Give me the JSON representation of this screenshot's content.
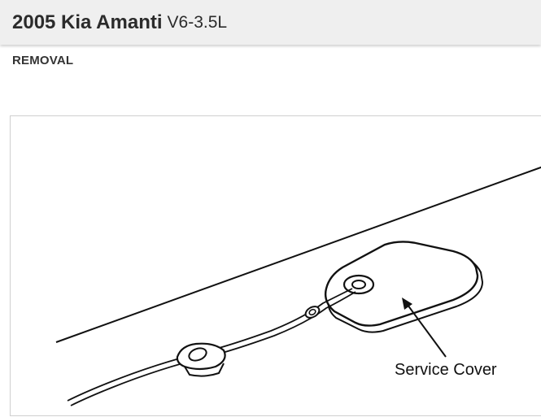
{
  "header": {
    "title": "2005 Kia Amanti",
    "subtitle": "V6-3.5L"
  },
  "section": {
    "label": "REMOVAL"
  },
  "figure": {
    "callout_label": "Service Cover"
  }
}
